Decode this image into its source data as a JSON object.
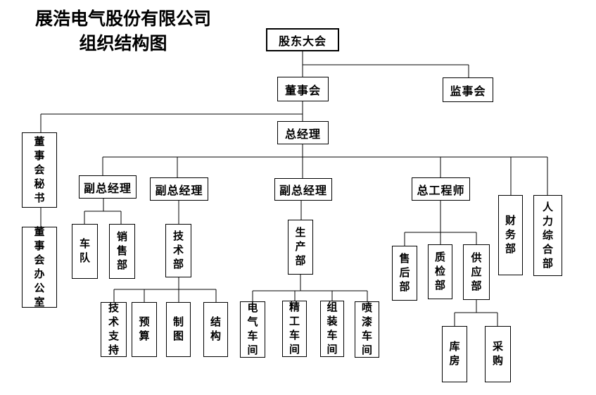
{
  "title": {
    "line1": "展浩电气股份有限公司",
    "line2": "组织结构图"
  },
  "nodes": {
    "shareholders": {
      "label": "股东大会"
    },
    "board": {
      "label": "董事会"
    },
    "supervisory": {
      "label": "监事会"
    },
    "gm": {
      "label": "总经理"
    },
    "secretary": {
      "label": "董事会秘书"
    },
    "board_office": {
      "label": "董事会办公室"
    },
    "vp1": {
      "label": "副总经理"
    },
    "vp2": {
      "label": "副总经理"
    },
    "vp3": {
      "label": "副总经理"
    },
    "chief_engineer": {
      "label": "总工程师"
    },
    "finance": {
      "label": "财务部"
    },
    "hr": {
      "label": "人力综合部"
    },
    "fleet": {
      "label": "车队"
    },
    "sales": {
      "label": "销售部"
    },
    "tech": {
      "label": "技术部"
    },
    "production": {
      "label": "生产部"
    },
    "after_sales": {
      "label": "售后部"
    },
    "qc": {
      "label": "质检部"
    },
    "supply": {
      "label": "供应部"
    },
    "tech_support": {
      "label": "技术支持"
    },
    "budget": {
      "label": "预算"
    },
    "drafting": {
      "label": "制图"
    },
    "structure": {
      "label": "结构"
    },
    "ws_electric": {
      "label": "电气车间"
    },
    "ws_precision": {
      "label": "精工车间"
    },
    "ws_assembly": {
      "label": "组装车间"
    },
    "ws_painting": {
      "label": "喷漆车间"
    },
    "warehouse": {
      "label": "库房"
    },
    "purchasing": {
      "label": "采购"
    }
  },
  "hierarchy": [
    [
      "shareholders",
      "board"
    ],
    [
      "shareholders",
      "supervisory"
    ],
    [
      "board",
      "gm"
    ],
    [
      "board",
      "secretary"
    ],
    [
      "secretary",
      "board_office"
    ],
    [
      "gm",
      "vp1"
    ],
    [
      "gm",
      "vp2"
    ],
    [
      "gm",
      "vp3"
    ],
    [
      "gm",
      "chief_engineer"
    ],
    [
      "gm",
      "finance"
    ],
    [
      "gm",
      "hr"
    ],
    [
      "vp1",
      "fleet"
    ],
    [
      "vp1",
      "sales"
    ],
    [
      "vp2",
      "tech"
    ],
    [
      "tech",
      "tech_support"
    ],
    [
      "tech",
      "budget"
    ],
    [
      "tech",
      "drafting"
    ],
    [
      "tech",
      "structure"
    ],
    [
      "vp3",
      "production"
    ],
    [
      "production",
      "ws_electric"
    ],
    [
      "production",
      "ws_precision"
    ],
    [
      "production",
      "ws_assembly"
    ],
    [
      "production",
      "ws_painting"
    ],
    [
      "chief_engineer",
      "after_sales"
    ],
    [
      "chief_engineer",
      "qc"
    ],
    [
      "chief_engineer",
      "supply"
    ],
    [
      "supply",
      "warehouse"
    ],
    [
      "supply",
      "purchasing"
    ]
  ],
  "colors": {
    "line": "#000000",
    "box_border": "#000000",
    "text": "#000000",
    "background": "#ffffff"
  }
}
